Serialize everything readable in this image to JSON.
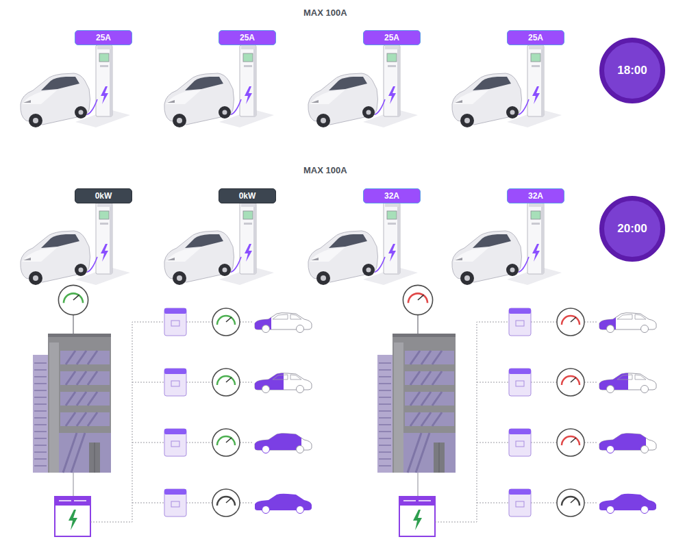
{
  "diagram": {
    "nodes": [
      {
        "text": [
          "25A"
        ]
      },
      {
        "text": [
          "25A"
        ]
      },
      {
        "text": [
          "25A"
        ]
      },
      {
        "text": [
          "25A"
        ]
      },
      {
        "text": [
          "18:00"
        ]
      },
      {
        "text": [
          "0kW"
        ]
      },
      {
        "text": [
          "0kW"
        ]
      },
      {
        "text": [
          "32A"
        ]
      },
      {
        "text": [
          "32A"
        ]
      },
      {
        "text": [
          "20:00"
        ]
      }
    ],
    "labels": [
      "MAX 100A",
      "MAX 100A"
    ]
  }
}
